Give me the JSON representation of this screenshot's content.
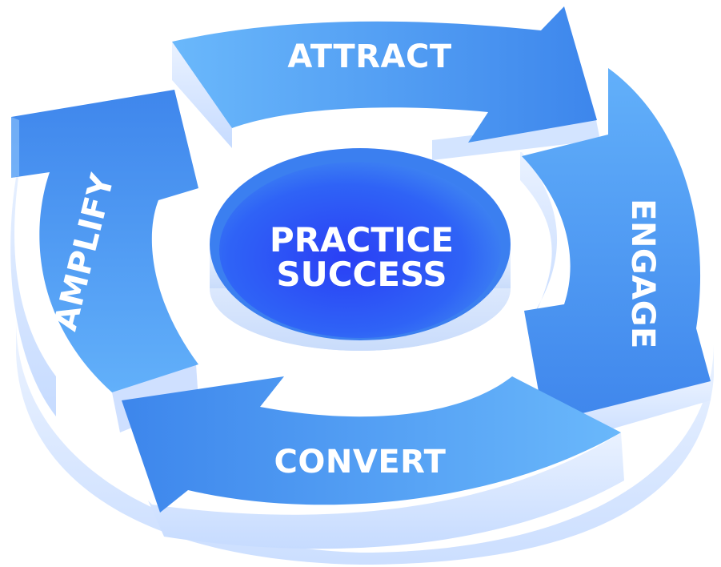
{
  "center": {
    "line1": "PRACTICE",
    "line2": "SUCCESS"
  },
  "stages": [
    {
      "id": "attract",
      "label": "ATTRACT"
    },
    {
      "id": "engage",
      "label": "ENGAGE"
    },
    {
      "id": "convert",
      "label": "CONVERT"
    },
    {
      "id": "amplify",
      "label": "AMPLIFY"
    }
  ],
  "colors": {
    "arrow_light": "#6ab8fb",
    "arrow_dark": "#3d86ec",
    "arrow_side": "#dceaff",
    "hub_inner": "#2c58f6",
    "hub_rim": "#3a7df0",
    "hub_side": "#d9e7ff",
    "label": "#ffffff"
  }
}
